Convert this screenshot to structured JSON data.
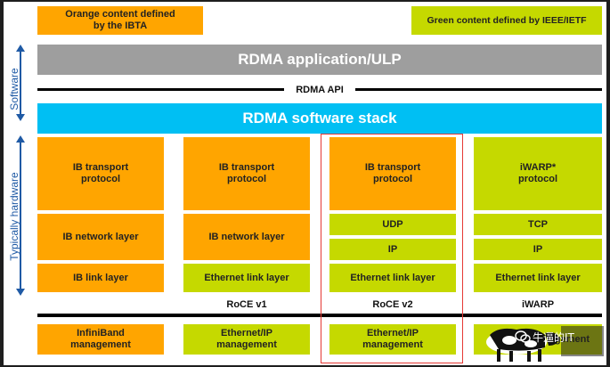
{
  "legend": {
    "orange": "Orange content defined by the IBTA",
    "green": "Green content defined by IEEE/IETF"
  },
  "side_labels": {
    "software": "Software",
    "hardware": "Typically hardware"
  },
  "rdma_application": "RDMA application/ULP",
  "rdma_api": "RDMA API",
  "rdma_software_stack": "RDMA software stack",
  "columns": [
    {
      "name": "",
      "layers": [
        "IB transport protocol",
        "IB network layer",
        "IB link layer"
      ],
      "management": "InfiniBand management"
    },
    {
      "name": "RoCE v1",
      "layers": [
        "IB transport protocol",
        "IB network layer",
        "Ethernet link layer"
      ],
      "management": "Ethernet/IP management"
    },
    {
      "name": "RoCE v2",
      "layers": [
        "IB transport protocol",
        "UDP",
        "IP",
        "Ethernet link layer"
      ],
      "management": "Ethernet/IP management"
    },
    {
      "name": "iWARP",
      "layers": [
        "iWARP* protocol",
        "TCP",
        "IP",
        "Ethernet link layer"
      ],
      "management": "management"
    }
  ],
  "watermark": "牛逼的IT",
  "colors": {
    "orange": "#FFA500",
    "green": "#C5D900",
    "gray_bar": "#9E9E9E",
    "cyan_bar": "#00BFF3",
    "highlight": "#E53935",
    "side_label": "#1F5AA5"
  }
}
